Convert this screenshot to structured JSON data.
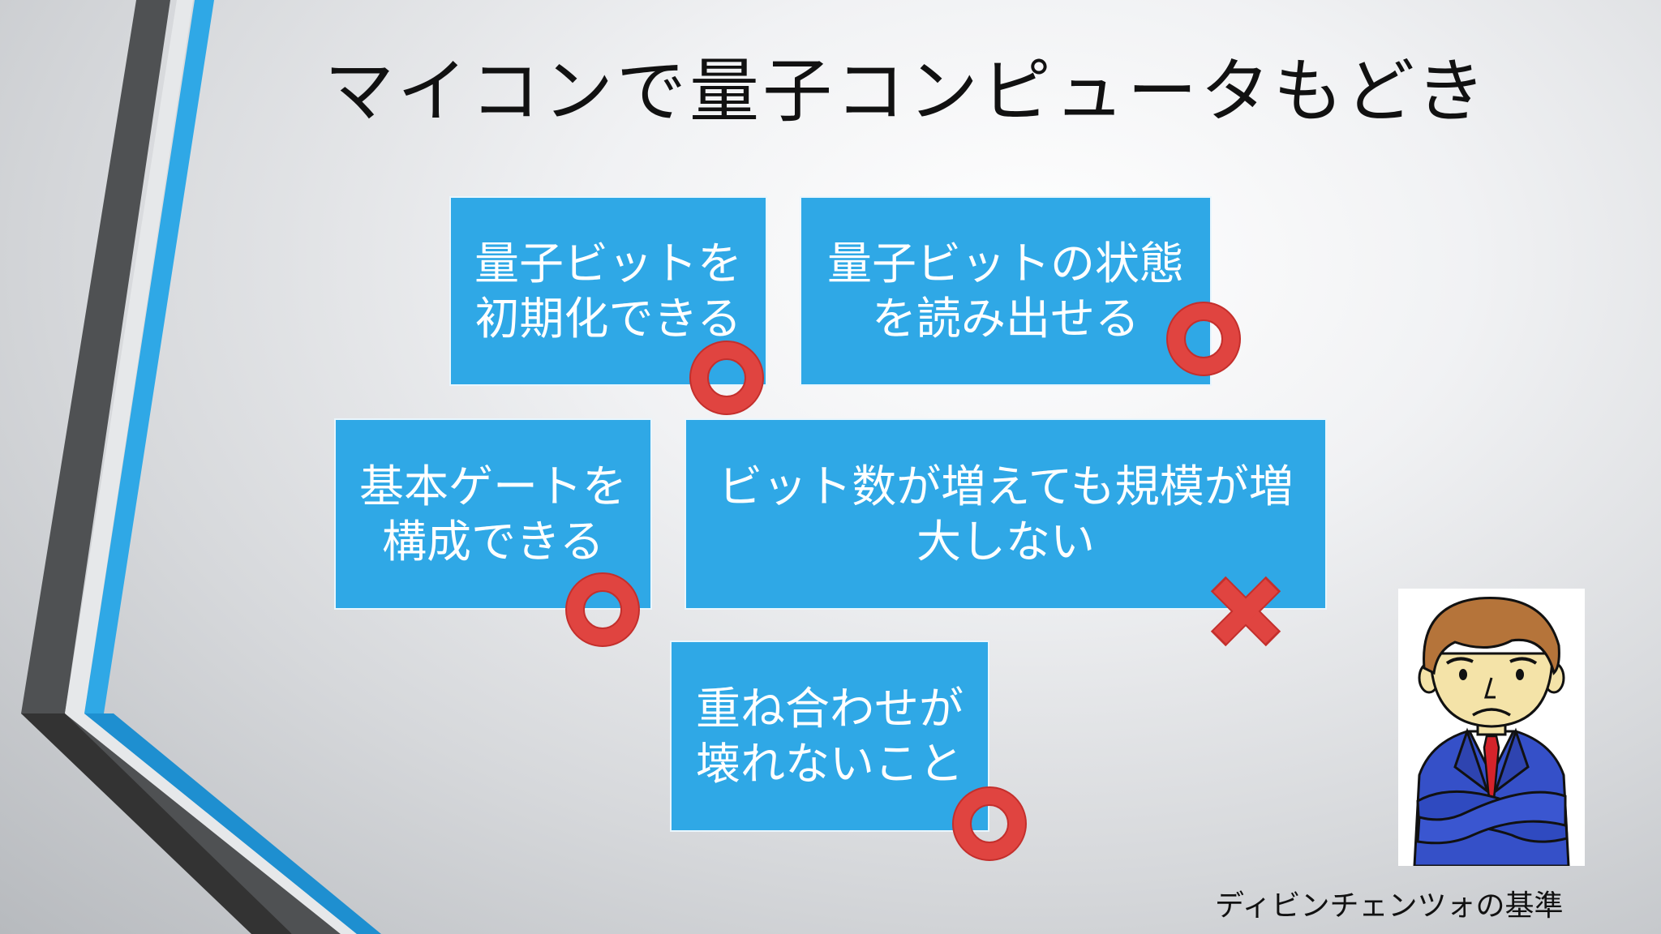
{
  "slide": {
    "title": "マイコンで量子コンピュータもどき",
    "boxes": [
      {
        "lines": [
          "量子ビットを",
          "初期化できる"
        ],
        "mark": "circle"
      },
      {
        "lines": [
          "量子ビットの状態",
          "を読み出せる"
        ],
        "mark": "circle"
      },
      {
        "lines": [
          "基本ゲートを",
          "構成できる"
        ],
        "mark": "circle"
      },
      {
        "lines": [
          "ビット数が増えても規模が増",
          "大しない"
        ],
        "mark": "cross"
      },
      {
        "lines": [
          "重ね合わせが",
          "壊れないこと"
        ],
        "mark": "circle"
      }
    ],
    "caption": "ディビンチェンツォの基準"
  },
  "colors": {
    "box_fill": "#2fa8e6",
    "mark_red": "#d83a36",
    "stripe_blue": "#2fa8e6",
    "stripe_dark": "#555555"
  },
  "icons": {
    "circle_mark": "red-circle-mark-icon",
    "cross_mark": "red-cross-mark-icon",
    "person": "worried-businessman-arms-crossed-icon"
  }
}
